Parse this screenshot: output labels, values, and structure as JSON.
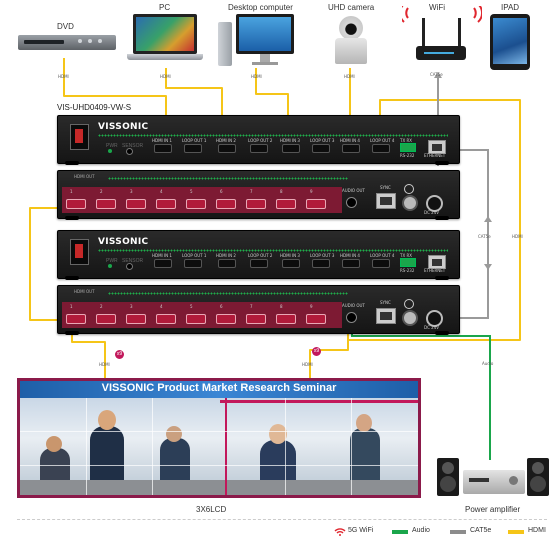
{
  "devices": {
    "dvd": "DVD",
    "pc": "PC",
    "desktop": "Desktop computer",
    "uhd_camera": "UHD camera",
    "wifi": "WiFi",
    "ipad": "IPAD"
  },
  "cable_tags": {
    "hdmi": "HDMI",
    "cat5e": "CAT5e",
    "audio": "Audio"
  },
  "model": "VIS-UHD0409-VW-S",
  "brand": "VISSONIC",
  "unit_labels": {
    "hdmi_in_1": "HDMI IN 1",
    "loop_out_1": "LOOP OUT 1",
    "hdmi_in_2": "HDMI IN 2",
    "loop_out_2": "LOOP OUT 2",
    "hdmi_in_3": "HDMI IN 3",
    "loop_out_3": "LOOP OUT 3",
    "hdmi_in_4": "HDMI IN 4",
    "loop_out_4": "LOOP OUT 4",
    "pwr": "PWR",
    "sensor": "SENSOR",
    "rs232": "RS-232",
    "txrx": "TX RX",
    "ethernet": "ETHERNET",
    "hdmi_out": "HDMI OUT",
    "audio_out": "AUDIO OUT",
    "sync": "SYNC",
    "dc": "DC 24V"
  },
  "out_ports": [
    "1",
    "2",
    "3",
    "4",
    "5",
    "6",
    "7",
    "8",
    "9"
  ],
  "badges": {
    "left": "x9",
    "right": "x9"
  },
  "video_wall": {
    "title": "VISSONIC  Product Market Research Seminar",
    "caption": "3X6LCD"
  },
  "power_amplifier": "Power amplifier",
  "legend": [
    {
      "label": "5G WiFi",
      "color": "#e0262e",
      "icon": "wifi-icon"
    },
    {
      "label": "Audio",
      "color": "#1aa64b",
      "icon": "line-swatch"
    },
    {
      "label": "CAT5e",
      "color": "#8c8c8c",
      "icon": "line-swatch"
    },
    {
      "label": "HDMI",
      "color": "#f5c518",
      "icon": "line-swatch"
    }
  ],
  "colors": {
    "hdmi": "#f5c518",
    "cat5e": "#9a9a9a",
    "audio": "#1aa64b",
    "wall_frame": "#8b1a4a",
    "wall_title_bg": "#1e5fa8",
    "badge": "#c2185b",
    "wifi": "#e0262e"
  }
}
